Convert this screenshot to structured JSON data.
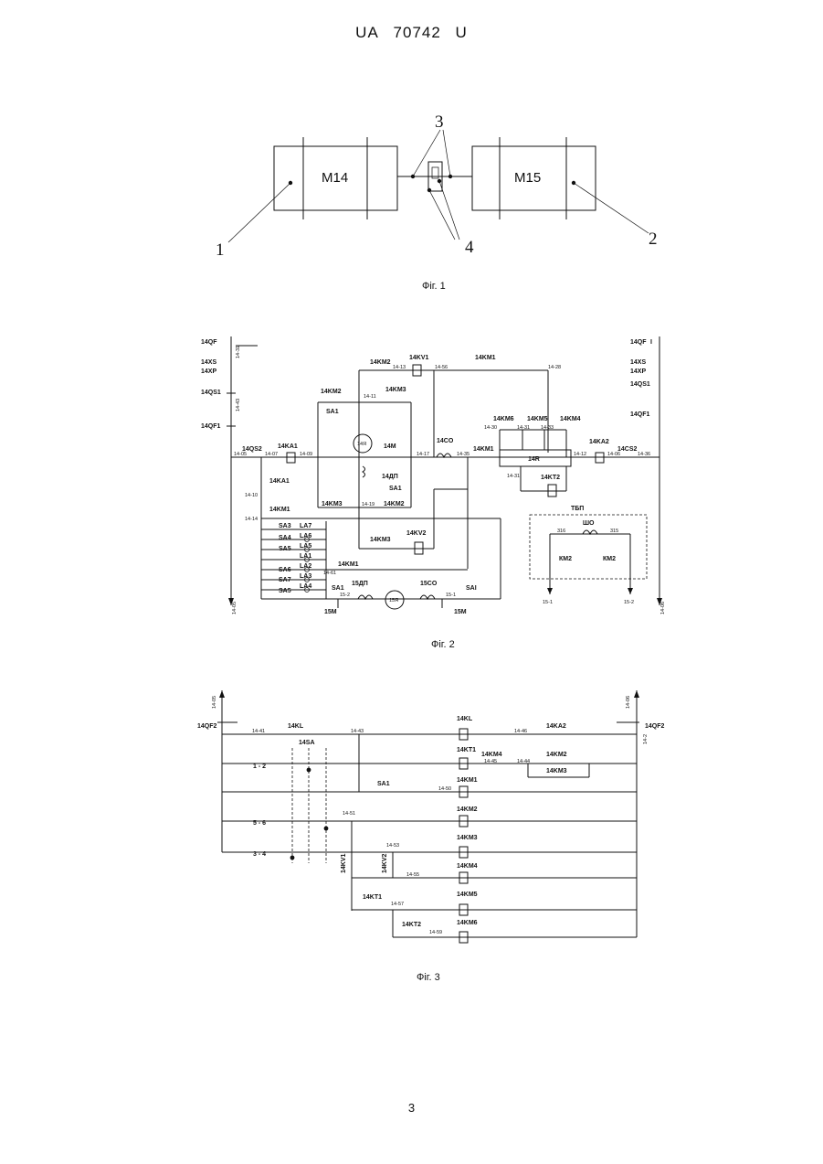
{
  "header": {
    "country": "UA",
    "number": "70742",
    "kind": "U"
  },
  "page_number": "3",
  "fig1": {
    "caption": "Фіг. 1",
    "box_left": "М14",
    "box_right": "М15",
    "callouts": [
      "1",
      "2",
      "3",
      "4"
    ]
  },
  "fig2": {
    "caption": "Фіг. 2",
    "labels": {
      "qf_left": "14QF",
      "xs_left": "14XS",
      "xp_left": "14XP",
      "qs1_left": "14QS1",
      "qf1_left": "14QF1",
      "w1431": "14-31",
      "w1443": "14-43",
      "qs2": "14QS2",
      "ka1": "14KA1",
      "w1405": "14-05",
      "w1407": "14-07",
      "w1409": "14-09",
      "ka1_contact": "14KA1",
      "w1410": "14-10",
      "km1_left": "14KM1",
      "w1414": "14-14",
      "km2_top": "14KM2",
      "w1413": "14-13",
      "kv1": "14KV1",
      "w1456": "14-56",
      "km1_top": "14KM1",
      "w1428": "14-28",
      "km2_side": "14KM2",
      "w1411": "14-11",
      "km3_top": "14KM3",
      "sa1_top": "SA1",
      "motor_14ya": "14Я",
      "m14m": "14М",
      "dp14": "14ДП",
      "sa1_mid": "SA1",
      "km3_bottom": "14KM3",
      "w1419": "14-19",
      "km2_bottom": "14KM2",
      "w1417": "14-17",
      "co14": "14CO",
      "km1_mid": "14KM1",
      "w1435": "14-35",
      "km6": "14KM6",
      "km5": "14KM5",
      "km4": "14KM4",
      "w1430": "14-30",
      "w1431b": "14-31",
      "w1433": "14-33",
      "r14": "14R",
      "w1431c": "14-31",
      "kt2": "14KT2",
      "ka2": "14KA2",
      "w1412": "14-12",
      "w1406": "14-06",
      "cs2": "14CS2",
      "w1436": "14-36",
      "qf_right": "14QF",
      "xs_right": "14XS",
      "xp_right": "14XP",
      "qs1_right": "14QS1",
      "qf1_right": "14QF1",
      "km3_lower": "14KM3",
      "kv2": "14KV2",
      "sa3": "SA3",
      "la7": "LA7",
      "sa4": "SA4",
      "la6": "LA6",
      "sa5a": "SA5",
      "la5": "LA5",
      "la1": "LA1",
      "sa6": "SA6",
      "la2": "LA2",
      "w1461": "14-61",
      "km1_low": "14KM1",
      "sa7": "SA7",
      "la3": "LA3",
      "sa5b": "SA5",
      "la4": "LA4",
      "sa1_low": "SA1",
      "dp15": "15ДП",
      "ya15": "15Я",
      "co15": "15CO",
      "sai": "SAI",
      "w152": "15-2",
      "w151": "15-1",
      "m15a": "15M",
      "m15b": "15M",
      "w1405_bottom": "14-05",
      "w1406_bottom": "14-06",
      "tbp": "ТБП",
      "sho": "ШО",
      "w316": "316",
      "w315": "315",
      "km2a": "КМ2",
      "km2b": "КМ2",
      "w151b": "15-1",
      "w152b": "15-2",
      "roman_one": "I"
    }
  },
  "fig3": {
    "caption": "Фіг. 3",
    "labels": {
      "w1405": "14-05",
      "w1406": "14-06",
      "qf2_left": "14QF2",
      "qf2_right": "14QF2",
      "w1441": "14-41",
      "kl_contact": "14KL",
      "w1443": "14-43",
      "kl_coil": "14KL",
      "w1446": "14-46",
      "ka2": "14KA2",
      "w142": "14-2",
      "sa14": "14SA",
      "pos12": "1 - 2",
      "kt1_coil": "14KT1",
      "km4_c": "14KM4",
      "w1445": "14-45",
      "w1444": "14-44",
      "km2_c": "14KM2",
      "km3_c": "14KM3",
      "sa1": "SA1",
      "w1450": "14-50",
      "km1_coil": "14KM1",
      "w1451": "14-51",
      "pos56": "5 - 6",
      "km2_coil": "14KM2",
      "w1453": "14-53",
      "km3_coil": "14KM3",
      "pos34": "3 - 4",
      "kv1": "14KV1",
      "kv2": "14KV2",
      "w1455": "14-55",
      "km4_coil": "14KM4",
      "kt1_c": "14KT1",
      "w1457": "14-57",
      "km5_coil": "14KM5",
      "kt2_c": "14KT2",
      "w1459": "14-59",
      "km6_coil": "14KM6"
    }
  }
}
